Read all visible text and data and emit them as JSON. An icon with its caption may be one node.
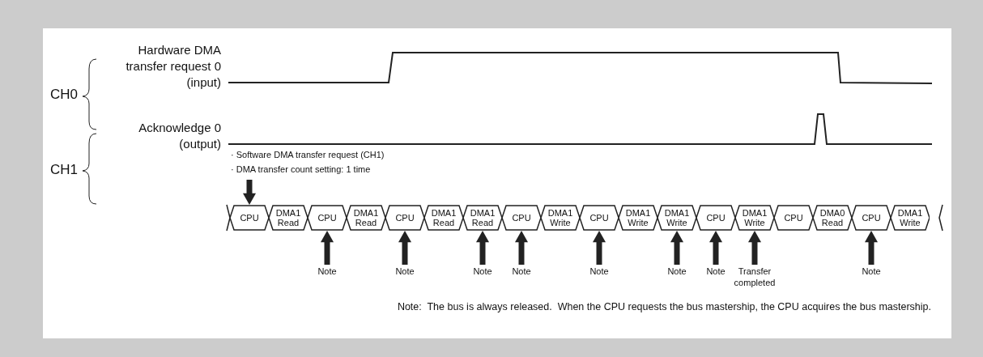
{
  "diagram": {
    "nodes": [
      {
        "text": [
          "· Software DMA transfer request (CH1)",
          "· DMA transfer count setting: 1 time"
        ]
      },
      {
        "text": [
          "CPU"
        ]
      },
      {
        "text": [
          "DMA1 Read"
        ]
      },
      {
        "text": [
          "CPU"
        ]
      },
      {
        "text": [
          "DMA1 Read"
        ]
      },
      {
        "text": [
          "CPU"
        ]
      },
      {
        "text": [
          "DMA1 Read"
        ]
      },
      {
        "text": [
          "DMA1 Read"
        ]
      },
      {
        "text": [
          "CPU"
        ]
      },
      {
        "text": [
          "DMA1 Write"
        ]
      },
      {
        "text": [
          "CPU"
        ]
      },
      {
        "text": [
          "DMA1 Write"
        ]
      },
      {
        "text": [
          "DMA1 Write"
        ]
      },
      {
        "text": [
          "CPU"
        ]
      },
      {
        "text": [
          "DMA1 Write"
        ]
      },
      {
        "text": [
          "CPU"
        ]
      },
      {
        "text": [
          "DMA0 Read"
        ]
      },
      {
        "text": [
          "CPU"
        ]
      },
      {
        "text": [
          "DMA1 Write"
        ]
      },
      {
        "text": [
          "Note"
        ]
      },
      {
        "text": [
          "Note"
        ]
      },
      {
        "text": [
          "Note"
        ]
      },
      {
        "text": [
          "Note"
        ]
      },
      {
        "text": [
          "Note"
        ]
      },
      {
        "text": [
          "Note"
        ]
      },
      {
        "text": [
          "Note"
        ]
      },
      {
        "text": [
          "Transfer completed"
        ]
      },
      {
        "text": [
          "Note"
        ]
      }
    ],
    "edges": [
      {
        "from": 0,
        "to": 1,
        "arrow": "to"
      },
      {
        "from": 19,
        "to": 3,
        "arrow": "to"
      },
      {
        "from": 20,
        "to": 5,
        "arrow": "to"
      },
      {
        "from": 21,
        "to": 7,
        "arrow": "to"
      },
      {
        "from": 22,
        "to": 8,
        "arrow": "to"
      },
      {
        "from": 23,
        "to": 10,
        "arrow": "to"
      },
      {
        "from": 24,
        "to": 12,
        "arrow": "to"
      },
      {
        "from": 25,
        "to": 13,
        "arrow": "to"
      },
      {
        "from": 26,
        "to": 14,
        "arrow": "to"
      },
      {
        "from": 27,
        "to": 17,
        "arrow": "to"
      }
    ],
    "labels": [
      "Hardware DMA transfer request 0 (input)",
      "CH0",
      "Acknowledge 0 (output)",
      "CH1",
      "Note:  The bus is always released.  When the CPU requests the bus mastership, the CPU acquires the bus mastership."
    ]
  }
}
